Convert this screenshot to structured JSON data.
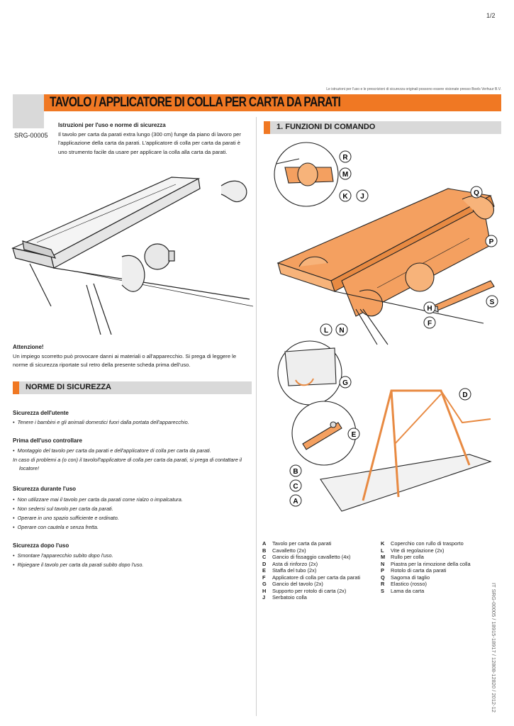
{
  "page_number": "1/2",
  "top_note": "Le istruzioni per l'uso e le prescrizioni di sicurezza originali possono essere visionate presso Boels Verhuur B.V.",
  "title": "TAVOLO / APPLICATORE DI COLLA PER CARTA DA PARATI",
  "code": "SRG-00005",
  "intro": {
    "heading": "Istruzioni per l'uso e norme di sicurezza",
    "text": "Il tavolo per carta da parati extra lungo (300 cm) funge da piano di lavoro per l'applicazione della carta da parati. L'applicatore di colla per carta da parati è uno strumento facile da usare per applicare la colla alla carta da parati."
  },
  "attention": {
    "heading": "Attenzione!",
    "text": "Un impiego scorretto può provocare danni ai materiali o all'apparecchio. Si prega di leggere le norme di sicurezza riportate sul retro della presente scheda prima dell'uso."
  },
  "section_safety": "NORME DI SICUREZZA",
  "section_controls": "1. FUNZIONI DI COMANDO",
  "safety": [
    {
      "heading": "Sicurezza dell'utente",
      "items": [
        "Tenere i bambini e gli animali domestici fuori dalla portata dell'apparecchio."
      ]
    },
    {
      "heading": "Prima dell'uso controllare",
      "items": [
        "Montaggio del tavolo per carta da parati e dell'applicatore di colla per carta da parati."
      ],
      "note": "In caso di problemi a (o con) il tavolo/l'applicatore di colla per carta da parati, si prega di contattare il locatore!"
    },
    {
      "heading": "Sicurezza durante l'uso",
      "items": [
        "Non utilizzare mai il tavolo per carta da parati come rialzo o impalcatura.",
        "Non sedersi sul tavolo per carta da parati.",
        "Operare in uno spazio sufficiente e ordinato.",
        "Operare con cautela e senza fretta."
      ]
    },
    {
      "heading": "Sicurezza dopo l'uso",
      "items": [
        "Smontare l'apparecchio subito dopo l'uso.",
        "Ripiegare il tavolo per carta da parati subito dopo l'uso."
      ]
    }
  ],
  "callouts": [
    "R",
    "M",
    "K",
    "J",
    "Q",
    "P",
    "S",
    "H",
    "F",
    "L",
    "N",
    "G",
    "D",
    "E",
    "B",
    "C",
    "A"
  ],
  "legend_left": [
    {
      "k": "A",
      "v": "Tavolo per carta da parati"
    },
    {
      "k": "B",
      "v": "Cavalletto  (2x)"
    },
    {
      "k": "C",
      "v": "Gancio di fissaggio cavalletto (4x)"
    },
    {
      "k": "D",
      "v": "Asta di rinforzo  (2x)"
    },
    {
      "k": "E",
      "v": "Staffa del tubo  (2x)"
    },
    {
      "k": "F",
      "v": "Applicatore di colla per carta da parati"
    },
    {
      "k": "G",
      "v": "Gancio del tavolo (2x)"
    },
    {
      "k": "H",
      "v": "Supporto per rotolo di carta  (2x)"
    },
    {
      "k": "J",
      "v": "Serbatoio colla"
    }
  ],
  "legend_right": [
    {
      "k": "K",
      "v": "Coperchio con rullo di trasporto"
    },
    {
      "k": "L",
      "v": "Vite di regolazione  (2x)"
    },
    {
      "k": "M",
      "v": "Rullo per colla"
    },
    {
      "k": "N",
      "v": "Piastra per la rimozione della colla"
    },
    {
      "k": "P",
      "v": "Rotolo di carta da parati"
    },
    {
      "k": "Q",
      "v": "Sagoma di taglio"
    },
    {
      "k": "R",
      "v": "Elastico (rosso)"
    },
    {
      "k": "S",
      "v": "Lama da carta"
    }
  ],
  "footer_code": "IT SRG-00005 / 18915-18917 / 12808-12820 / 2012-12",
  "colors": {
    "accent": "#f07823",
    "section_gray": "#d9d9d9"
  }
}
